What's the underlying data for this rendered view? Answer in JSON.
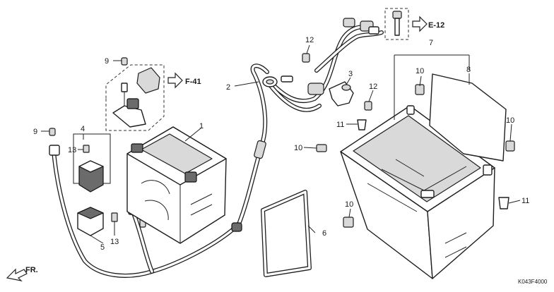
{
  "diagram": {
    "part_numbers": [
      "1",
      "2",
      "3",
      "4",
      "5",
      "6",
      "7",
      "8",
      "9",
      "9",
      "10",
      "10",
      "10",
      "10",
      "11",
      "11",
      "12",
      "12",
      "13",
      "13"
    ],
    "references": [
      "F-41",
      "E-12"
    ],
    "direction_label": "FR.",
    "drawing_code": "K043F4000"
  }
}
